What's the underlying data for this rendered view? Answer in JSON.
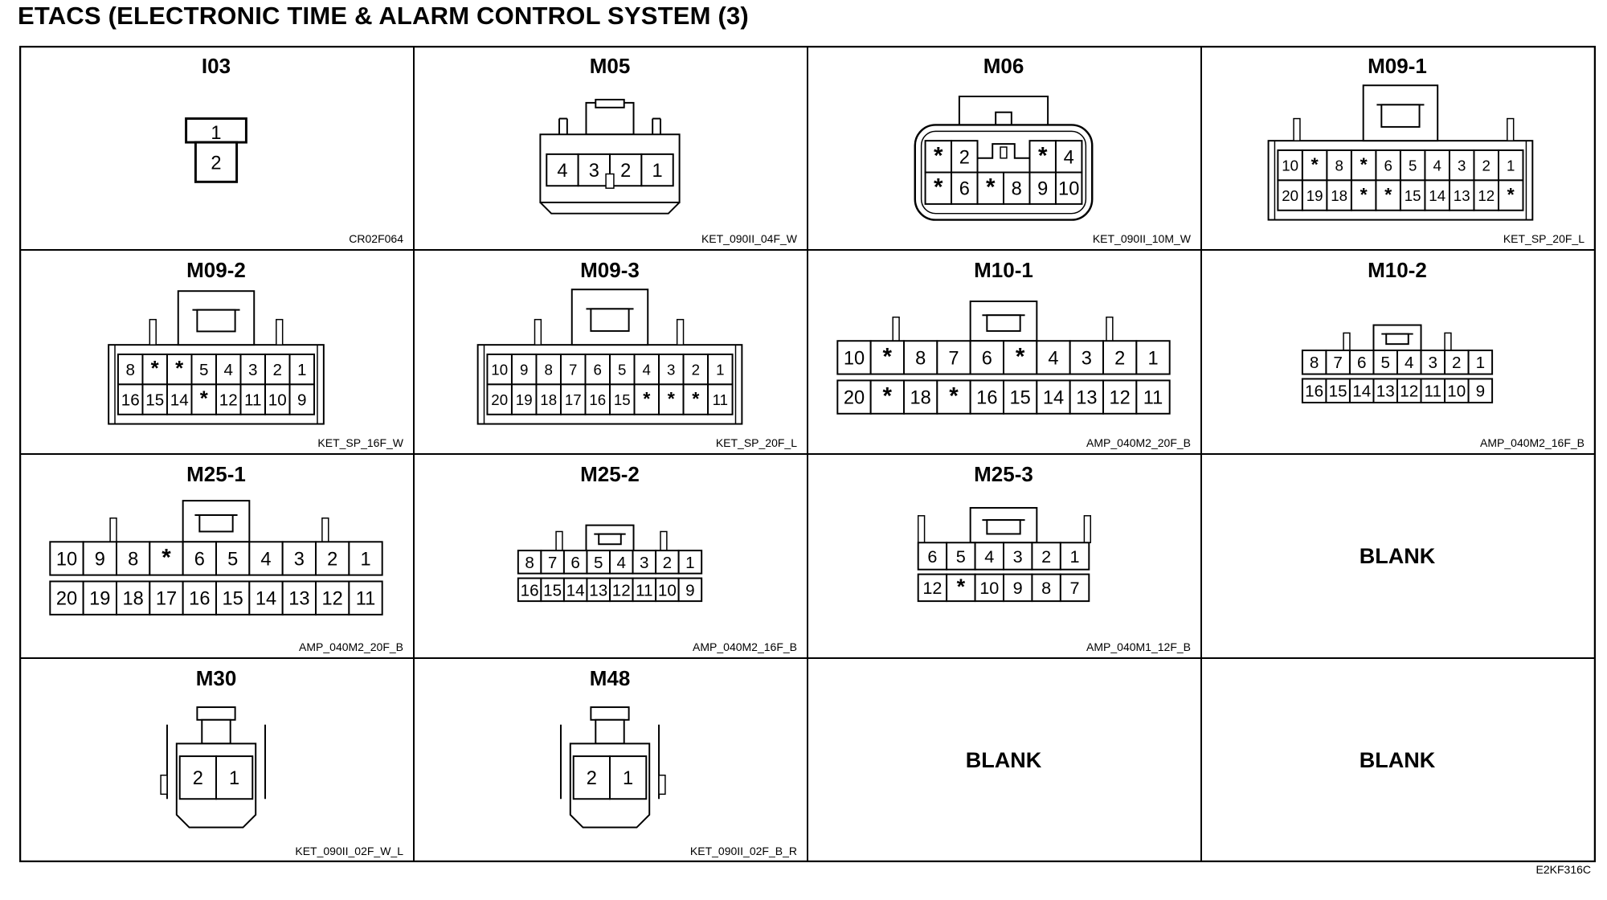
{
  "page": {
    "title": "ETACS (ELECTRONIC TIME & ALARM CONTROL SYSTEM (3)",
    "figure_code": "E2KF316C"
  },
  "connectors": [
    {
      "id": "I03",
      "code": "CR02F064",
      "pins": [
        [
          "1"
        ],
        [
          "2"
        ]
      ]
    },
    {
      "id": "M05",
      "code": "KET_090II_04F_W",
      "pins": [
        [
          "4",
          "3",
          "2",
          "1"
        ]
      ]
    },
    {
      "id": "M06",
      "code": "KET_090II_10M_W",
      "pins": [
        [
          "*",
          "2",
          "4",
          "*"
        ],
        [
          "*",
          "6",
          "*",
          "8",
          "9",
          "10"
        ]
      ]
    },
    {
      "id": "M09-1",
      "code": "KET_SP_20F_L",
      "pins": [
        [
          "10",
          "*",
          "8",
          "*",
          "6",
          "5",
          "4",
          "3",
          "2",
          "1"
        ],
        [
          "20",
          "19",
          "18",
          "*",
          "*",
          "15",
          "14",
          "13",
          "12",
          "*"
        ]
      ]
    },
    {
      "id": "M09-2",
      "code": "KET_SP_16F_W",
      "pins": [
        [
          "8",
          "*",
          "*",
          "5",
          "4",
          "3",
          "2",
          "1"
        ],
        [
          "16",
          "15",
          "14",
          "*",
          "12",
          "11",
          "10",
          "9"
        ]
      ]
    },
    {
      "id": "M09-3",
      "code": "KET_SP_20F_L",
      "pins": [
        [
          "10",
          "9",
          "8",
          "7",
          "6",
          "5",
          "4",
          "3",
          "2",
          "1"
        ],
        [
          "20",
          "19",
          "18",
          "17",
          "16",
          "15",
          "*",
          "*",
          "*",
          "11"
        ]
      ]
    },
    {
      "id": "M10-1",
      "code": "AMP_040M2_20F_B",
      "pins": [
        [
          "10",
          "*",
          "8",
          "7",
          "6",
          "*",
          "4",
          "3",
          "2",
          "1"
        ],
        [
          "20",
          "*",
          "18",
          "*",
          "16",
          "15",
          "14",
          "13",
          "12",
          "11"
        ]
      ]
    },
    {
      "id": "M10-2",
      "code": "AMP_040M2_16F_B",
      "pins": [
        [
          "8",
          "7",
          "6",
          "5",
          "4",
          "3",
          "2",
          "1"
        ],
        [
          "16",
          "15",
          "14",
          "13",
          "12",
          "11",
          "10",
          "9"
        ]
      ]
    },
    {
      "id": "M25-1",
      "code": "AMP_040M2_20F_B",
      "pins": [
        [
          "10",
          "9",
          "8",
          "*",
          "6",
          "5",
          "4",
          "3",
          "2",
          "1"
        ],
        [
          "20",
          "19",
          "18",
          "17",
          "16",
          "15",
          "14",
          "13",
          "12",
          "11"
        ]
      ]
    },
    {
      "id": "M25-2",
      "code": "AMP_040M2_16F_B",
      "pins": [
        [
          "8",
          "7",
          "6",
          "5",
          "4",
          "3",
          "2",
          "1"
        ],
        [
          "16",
          "15",
          "14",
          "13",
          "12",
          "11",
          "10",
          "9"
        ]
      ]
    },
    {
      "id": "M25-3",
      "code": "AMP_040M1_12F_B",
      "pins": [
        [
          "6",
          "5",
          "4",
          "3",
          "2",
          "1"
        ],
        [
          "12",
          "*",
          "10",
          "9",
          "8",
          "7"
        ]
      ]
    },
    {
      "blank": "BLANK"
    },
    {
      "id": "M30",
      "code": "KET_090II_02F_W_L",
      "pins": [
        [
          "2",
          "1"
        ]
      ]
    },
    {
      "id": "M48",
      "code": "KET_090II_02F_B_R",
      "pins": [
        [
          "2",
          "1"
        ]
      ]
    },
    {
      "blank": "BLANK"
    },
    {
      "blank": "BLANK"
    }
  ]
}
